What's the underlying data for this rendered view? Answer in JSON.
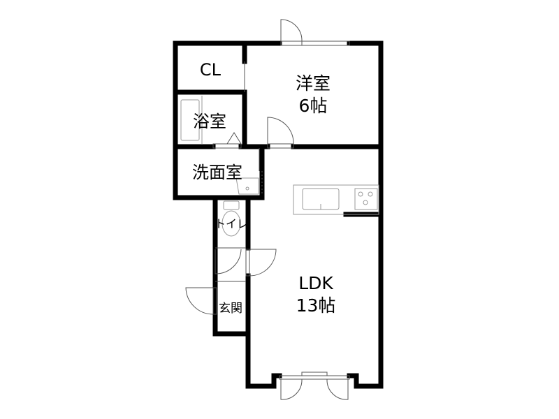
{
  "rooms": {
    "closet": {
      "name": "CL"
    },
    "western_room": {
      "name": "洋室",
      "size": "6帖"
    },
    "bathroom": {
      "name": "浴室"
    },
    "washroom": {
      "name": "洗面室"
    },
    "toilet": {
      "name": "トイレ"
    },
    "entrance": {
      "name": "玄関"
    },
    "ldk": {
      "name": "LDK",
      "size": "13帖"
    }
  }
}
